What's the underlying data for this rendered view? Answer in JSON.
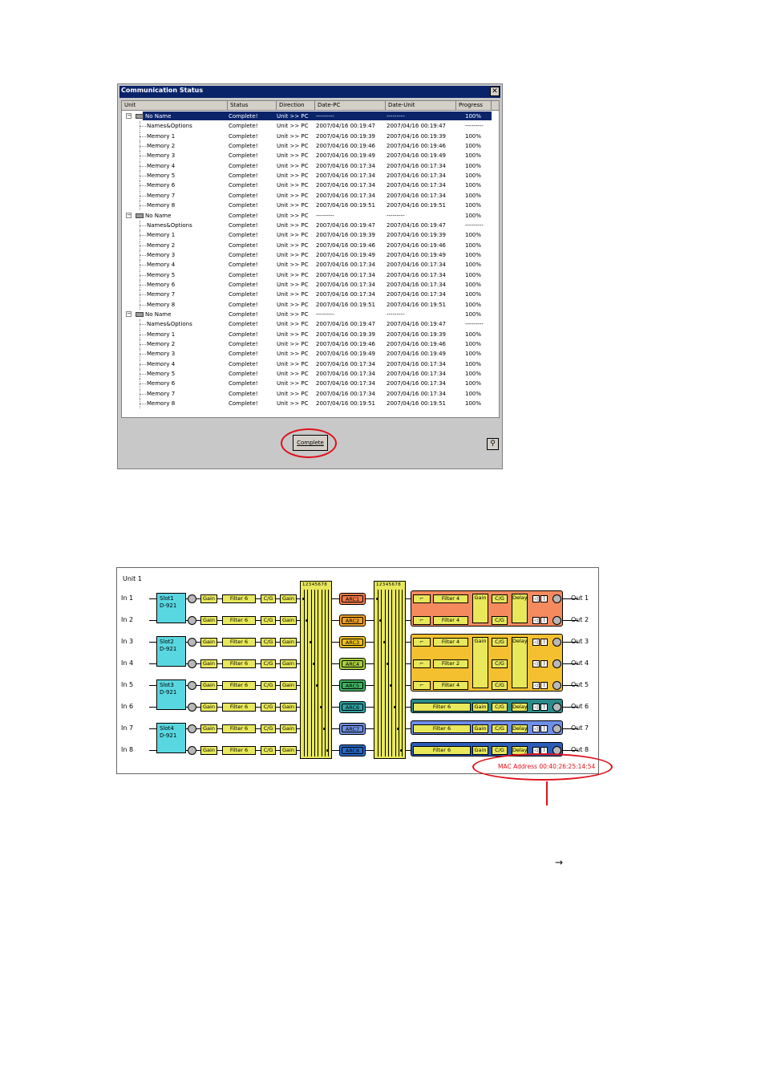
{
  "dialog": {
    "title": "Communication Status",
    "close_label": "✕",
    "columns": [
      "Unit",
      "Status",
      "Direction",
      "Date-PC",
      "Date-Unit",
      "Progress"
    ],
    "rows": [
      {
        "unit": "No Name",
        "status": "Complete!",
        "direction": "Unit >> PC",
        "date_pc": "---------",
        "date_unit": "---------",
        "progress": "100%",
        "level": 0,
        "selected": true
      },
      {
        "unit": "Names&Options",
        "status": "Complete!",
        "direction": "Unit >> PC",
        "date_pc": "2007/04/16 00:19:47",
        "date_unit": "2007/04/16 00:19:47",
        "progress": "---------",
        "level": 1
      },
      {
        "unit": "Memory 1",
        "status": "Complete!",
        "direction": "Unit >> PC",
        "date_pc": "2007/04/16 00:19:39",
        "date_unit": "2007/04/16 00:19:39",
        "progress": "100%",
        "level": 1
      },
      {
        "unit": "Memory 2",
        "status": "Complete!",
        "direction": "Unit >> PC",
        "date_pc": "2007/04/16 00:19:46",
        "date_unit": "2007/04/16 00:19:46",
        "progress": "100%",
        "level": 1
      },
      {
        "unit": "Memory 3",
        "status": "Complete!",
        "direction": "Unit >> PC",
        "date_pc": "2007/04/16 00:19:49",
        "date_unit": "2007/04/16 00:19:49",
        "progress": "100%",
        "level": 1
      },
      {
        "unit": "Memory 4",
        "status": "Complete!",
        "direction": "Unit >> PC",
        "date_pc": "2007/04/16 00:17:34",
        "date_unit": "2007/04/16 00:17:34",
        "progress": "100%",
        "level": 1
      },
      {
        "unit": "Memory 5",
        "status": "Complete!",
        "direction": "Unit >> PC",
        "date_pc": "2007/04/16 00:17:34",
        "date_unit": "2007/04/16 00:17:34",
        "progress": "100%",
        "level": 1
      },
      {
        "unit": "Memory 6",
        "status": "Complete!",
        "direction": "Unit >> PC",
        "date_pc": "2007/04/16 00:17:34",
        "date_unit": "2007/04/16 00:17:34",
        "progress": "100%",
        "level": 1
      },
      {
        "unit": "Memory 7",
        "status": "Complete!",
        "direction": "Unit >> PC",
        "date_pc": "2007/04/16 00:17:34",
        "date_unit": "2007/04/16 00:17:34",
        "progress": "100%",
        "level": 1
      },
      {
        "unit": "Memory 8",
        "status": "Complete!",
        "direction": "Unit >> PC",
        "date_pc": "2007/04/16 00:19:51",
        "date_unit": "2007/04/16 00:19:51",
        "progress": "100%",
        "level": 1
      },
      {
        "unit": "No Name",
        "status": "Complete!",
        "direction": "Unit >> PC",
        "date_pc": "---------",
        "date_unit": "---------",
        "progress": "100%",
        "level": 0
      },
      {
        "unit": "Names&Options",
        "status": "Complete!",
        "direction": "Unit >> PC",
        "date_pc": "2007/04/16 00:19:47",
        "date_unit": "2007/04/16 00:19:47",
        "progress": "---------",
        "level": 1
      },
      {
        "unit": "Memory 1",
        "status": "Complete!",
        "direction": "Unit >> PC",
        "date_pc": "2007/04/16 00:19:39",
        "date_unit": "2007/04/16 00:19:39",
        "progress": "100%",
        "level": 1
      },
      {
        "unit": "Memory 2",
        "status": "Complete!",
        "direction": "Unit >> PC",
        "date_pc": "2007/04/16 00:19:46",
        "date_unit": "2007/04/16 00:19:46",
        "progress": "100%",
        "level": 1
      },
      {
        "unit": "Memory 3",
        "status": "Complete!",
        "direction": "Unit >> PC",
        "date_pc": "2007/04/16 00:19:49",
        "date_unit": "2007/04/16 00:19:49",
        "progress": "100%",
        "level": 1
      },
      {
        "unit": "Memory 4",
        "status": "Complete!",
        "direction": "Unit >> PC",
        "date_pc": "2007/04/16 00:17:34",
        "date_unit": "2007/04/16 00:17:34",
        "progress": "100%",
        "level": 1
      },
      {
        "unit": "Memory 5",
        "status": "Complete!",
        "direction": "Unit >> PC",
        "date_pc": "2007/04/16 00:17:34",
        "date_unit": "2007/04/16 00:17:34",
        "progress": "100%",
        "level": 1
      },
      {
        "unit": "Memory 6",
        "status": "Complete!",
        "direction": "Unit >> PC",
        "date_pc": "2007/04/16 00:17:34",
        "date_unit": "2007/04/16 00:17:34",
        "progress": "100%",
        "level": 1
      },
      {
        "unit": "Memory 7",
        "status": "Complete!",
        "direction": "Unit >> PC",
        "date_pc": "2007/04/16 00:17:34",
        "date_unit": "2007/04/16 00:17:34",
        "progress": "100%",
        "level": 1
      },
      {
        "unit": "Memory 8",
        "status": "Complete!",
        "direction": "Unit >> PC",
        "date_pc": "2007/04/16 00:19:51",
        "date_unit": "2007/04/16 00:19:51",
        "progress": "100%",
        "level": 1
      },
      {
        "unit": "No Name",
        "status": "Complete!",
        "direction": "Unit >> PC",
        "date_pc": "---------",
        "date_unit": "---------",
        "progress": "100%",
        "level": 0
      },
      {
        "unit": "Names&Options",
        "status": "Complete!",
        "direction": "Unit >> PC",
        "date_pc": "2007/04/16 00:19:47",
        "date_unit": "2007/04/16 00:19:47",
        "progress": "---------",
        "level": 1
      },
      {
        "unit": "Memory 1",
        "status": "Complete!",
        "direction": "Unit >> PC",
        "date_pc": "2007/04/16 00:19:39",
        "date_unit": "2007/04/16 00:19:39",
        "progress": "100%",
        "level": 1
      },
      {
        "unit": "Memory 2",
        "status": "Complete!",
        "direction": "Unit >> PC",
        "date_pc": "2007/04/16 00:19:46",
        "date_unit": "2007/04/16 00:19:46",
        "progress": "100%",
        "level": 1
      },
      {
        "unit": "Memory 3",
        "status": "Complete!",
        "direction": "Unit >> PC",
        "date_pc": "2007/04/16 00:19:49",
        "date_unit": "2007/04/16 00:19:49",
        "progress": "100%",
        "level": 1
      },
      {
        "unit": "Memory 4",
        "status": "Complete!",
        "direction": "Unit >> PC",
        "date_pc": "2007/04/16 00:17:34",
        "date_unit": "2007/04/16 00:17:34",
        "progress": "100%",
        "level": 1
      },
      {
        "unit": "Memory 5",
        "status": "Complete!",
        "direction": "Unit >> PC",
        "date_pc": "2007/04/16 00:17:34",
        "date_unit": "2007/04/16 00:17:34",
        "progress": "100%",
        "level": 1
      },
      {
        "unit": "Memory 6",
        "status": "Complete!",
        "direction": "Unit >> PC",
        "date_pc": "2007/04/16 00:17:34",
        "date_unit": "2007/04/16 00:17:34",
        "progress": "100%",
        "level": 1
      },
      {
        "unit": "Memory 7",
        "status": "Complete!",
        "direction": "Unit >> PC",
        "date_pc": "2007/04/16 00:17:34",
        "date_unit": "2007/04/16 00:17:34",
        "progress": "100%",
        "level": 1
      },
      {
        "unit": "Memory 8",
        "status": "Complete!",
        "direction": "Unit >> PC",
        "date_pc": "2007/04/16 00:19:51",
        "date_unit": "2007/04/16 00:19:51",
        "progress": "100%",
        "level": 1
      }
    ],
    "complete_button": "Complete",
    "corner_button_icon": "pin-icon",
    "highlight_color": "#e0101a",
    "selection_color": "#0a246a"
  },
  "diagram": {
    "title": "Unit 1",
    "inputs": [
      "In 1",
      "In 2",
      "In 3",
      "In 4",
      "In 5",
      "In 6",
      "In 7",
      "In 8"
    ],
    "outputs": [
      "Out 1",
      "Out 2",
      "Out 3",
      "Out 4",
      "Out 5",
      "Out 6",
      "Out 7",
      "Out 8"
    ],
    "slots": [
      {
        "name": "Slot1",
        "model": "D-921"
      },
      {
        "name": "Slot2",
        "model": "D-921"
      },
      {
        "name": "Slot3",
        "model": "D-921"
      },
      {
        "name": "Slot4",
        "model": "D-921"
      }
    ],
    "input_chain": {
      "gain": "Gain",
      "filter": "Filter 6",
      "cg": "C/G",
      "gain2": "Gain"
    },
    "matrix_numbers": "12345678",
    "arcs": [
      {
        "label": "ARC1",
        "color": "#f07a4a"
      },
      {
        "label": "ARC2",
        "color": "#f0a028"
      },
      {
        "label": "ARC3",
        "color": "#f0c020"
      },
      {
        "label": "ARC4",
        "color": "#a8d040"
      },
      {
        "label": "ARC5",
        "color": "#40b060"
      },
      {
        "label": "ARC6",
        "color": "#30a0a0"
      },
      {
        "label": "ARC7",
        "color": "#7090e0"
      },
      {
        "label": "ARC8",
        "color": "#2868c8"
      }
    ],
    "output_filters": [
      "Filter 4",
      "Filter 4",
      "Filter 4",
      "Filter 2",
      "Filter 4",
      "Filter 6",
      "Filter 6",
      "Filter 6"
    ],
    "out_gain": "Gain",
    "out_cg": "C/G",
    "out_delay": "Delay",
    "group_colors": {
      "g12": "#f58a5e",
      "g345": "#f5c030",
      "o6": "#2c8a8a",
      "o7": "#6e8ee8",
      "o8": "#2a5cb8"
    },
    "mac_address": "MAC Address 00:40:26:25:14:54"
  },
  "misc": {
    "arrow": "→"
  }
}
